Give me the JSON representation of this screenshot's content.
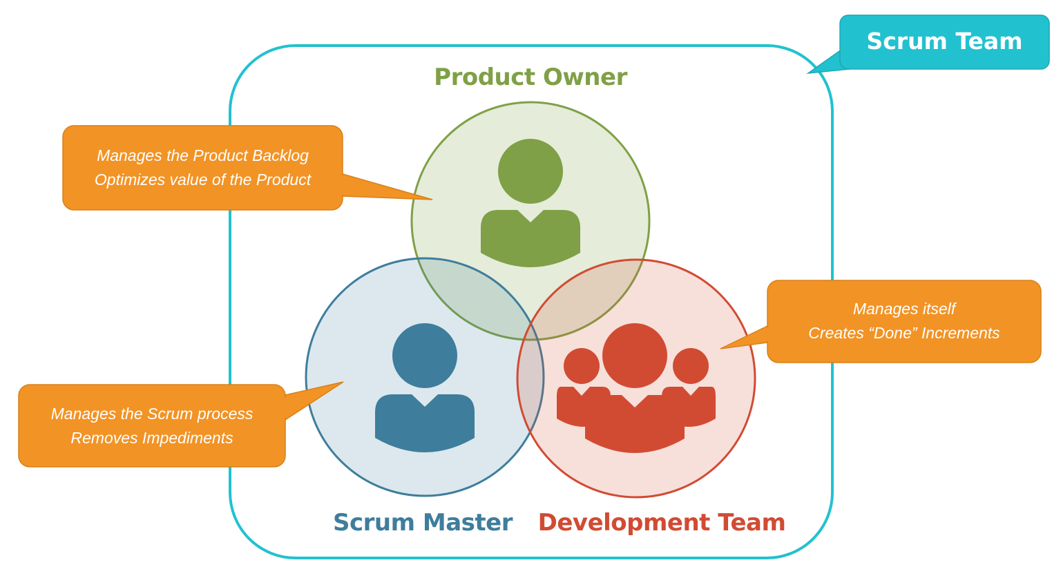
{
  "team": {
    "label": "Scrum Team"
  },
  "roles": {
    "product_owner": {
      "title": "Product Owner",
      "duties": [
        "Manages the Product Backlog",
        "Optimizes value of the Product"
      ]
    },
    "scrum_master": {
      "title": "Scrum Master",
      "duties": [
        "Manages the Scrum process",
        "Removes Impediments"
      ]
    },
    "development_team": {
      "title": "Development Team",
      "duties": [
        "Manages itself",
        "Creates “Done” Increments"
      ]
    }
  },
  "colors": {
    "team_accent": "#22C1CF",
    "callout": "#F29325",
    "product_owner": "#7FA046",
    "scrum_master": "#3E7D9C",
    "development_team": "#D14B33"
  },
  "icons": {
    "product_owner": "person-icon",
    "scrum_master": "person-icon",
    "development_team": "group-icon"
  }
}
